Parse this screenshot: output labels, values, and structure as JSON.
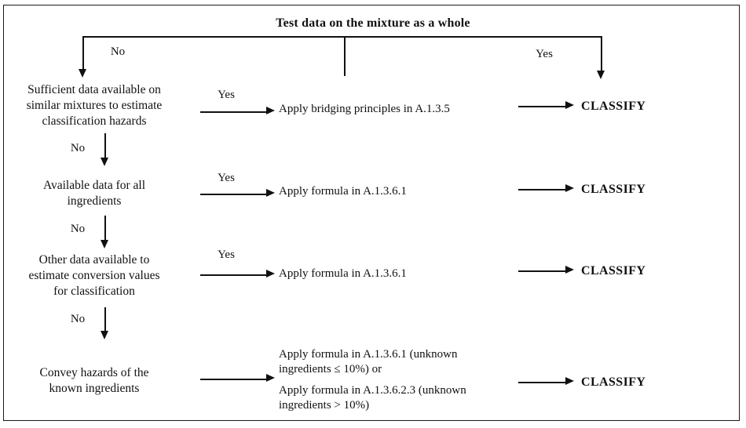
{
  "diagram": {
    "title": "Test data on the mixture as a whole",
    "branch_labels": {
      "top_left_no": "No",
      "top_right_yes": "Yes",
      "row1_yes": "Yes",
      "row1_no": "No",
      "row2_yes": "Yes",
      "row2_no": "No",
      "row3_yes": "Yes",
      "row3_no": "No"
    },
    "conditions": [
      "Sufficient data available on\nsimilar mixtures to estimate\nclassification hazards",
      "Available data for all\ningredients",
      "Other data available to\nestimate conversion values\nfor classification",
      "Convey hazards of the\nknown ingredients"
    ],
    "actions": [
      "Apply bridging principles in A.1.3.5",
      "Apply formula in A.1.3.6.1",
      "Apply formula in A.1.3.6.1",
      "Apply formula in A.1.3.6.1 (unknown\ningredients ≤ 10%) or",
      "Apply formula in A.1.3.6.2.3 (unknown\ningredients > 10%)"
    ],
    "outcomes": [
      "CLASSIFY",
      "CLASSIFY",
      "CLASSIFY",
      "CLASSIFY"
    ],
    "colors": {
      "line": "#111111",
      "text": "#111111",
      "border": "#1a1a1a",
      "background": "#ffffff"
    }
  }
}
